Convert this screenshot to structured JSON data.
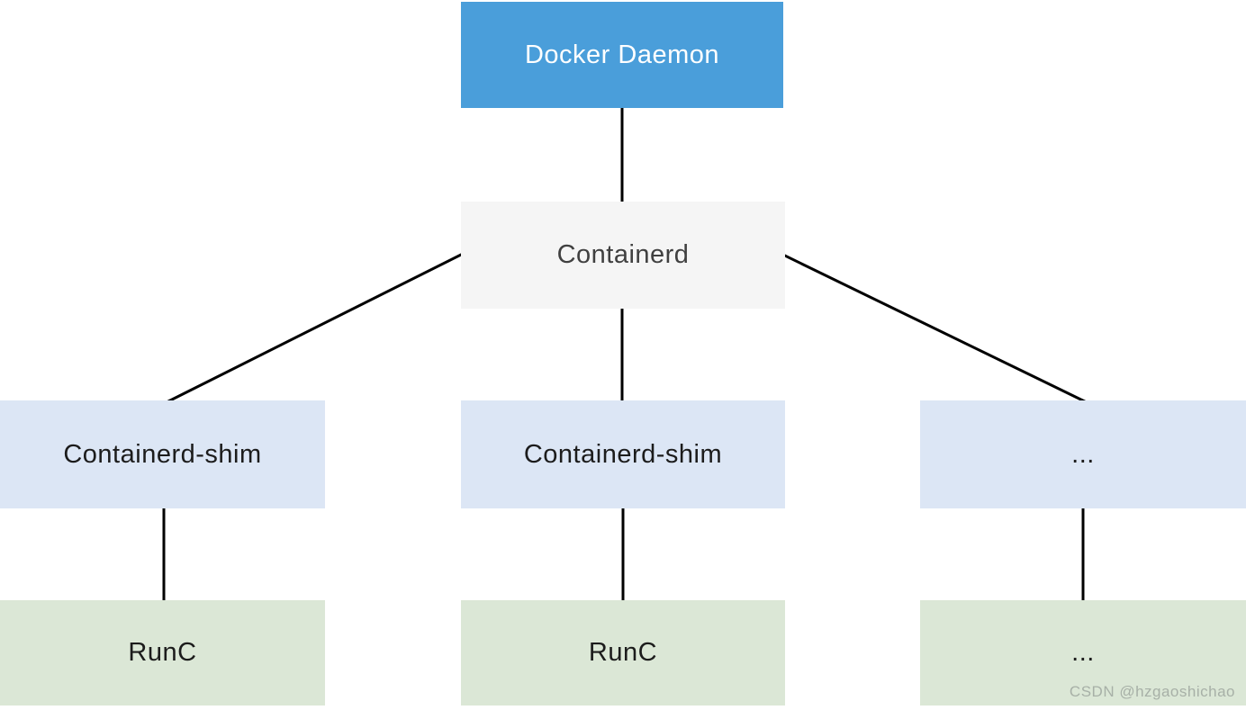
{
  "diagram": {
    "title": "Docker Daemon / Containerd / Containerd-shim / RunC architecture",
    "nodes": [
      {
        "id": "docker-daemon",
        "label": "Docker Daemon",
        "level": 1
      },
      {
        "id": "containerd",
        "label": "Containerd",
        "level": 2
      },
      {
        "id": "shim-1",
        "label": "Containerd-shim",
        "level": 3
      },
      {
        "id": "shim-2",
        "label": "Containerd-shim",
        "level": 3
      },
      {
        "id": "shim-3",
        "label": "...",
        "level": 3
      },
      {
        "id": "runc-1",
        "label": "RunC",
        "level": 4
      },
      {
        "id": "runc-2",
        "label": "RunC",
        "level": 4
      },
      {
        "id": "runc-3",
        "label": "...",
        "level": 4
      }
    ],
    "edges": [
      {
        "from": "docker-daemon",
        "to": "containerd"
      },
      {
        "from": "containerd",
        "to": "shim-1"
      },
      {
        "from": "containerd",
        "to": "shim-2"
      },
      {
        "from": "containerd",
        "to": "shim-3"
      },
      {
        "from": "shim-1",
        "to": "runc-1"
      },
      {
        "from": "shim-2",
        "to": "runc-2"
      },
      {
        "from": "shim-3",
        "to": "runc-3"
      }
    ],
    "colors": {
      "daemon_bg": "#4a9eda",
      "daemon_text": "#ffffff",
      "containerd_bg": "#f5f5f5",
      "containerd_text": "#404040",
      "shim_bg": "#dce6f5",
      "runc_bg": "#dbe7d6",
      "node_text": "#1c1c1c",
      "line_color": "#000000",
      "watermark_color": "#9fa79f"
    },
    "watermark": "CSDN @hzgaoshichao"
  }
}
